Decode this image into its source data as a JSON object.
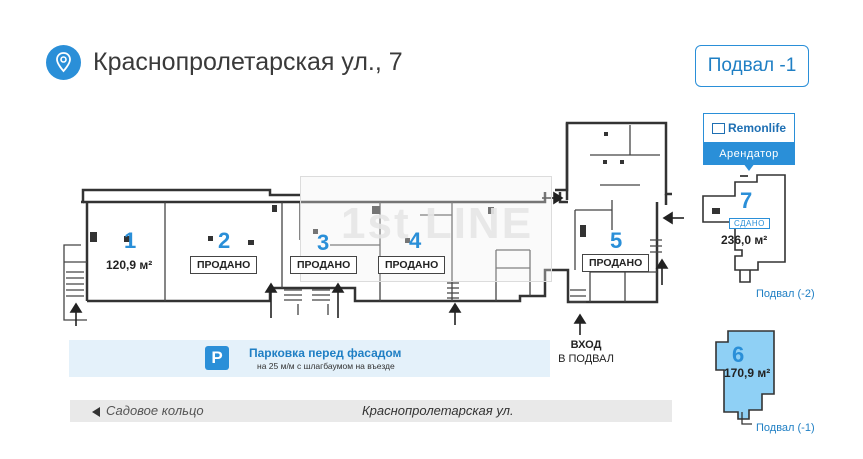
{
  "header": {
    "address": "Краснопролетарская ул., 7",
    "floor_label": "Подвал -1",
    "location_icon": "map-pin-icon"
  },
  "tenant": {
    "logo_text": "Remonlife",
    "label": "Арендатор"
  },
  "units": [
    {
      "number": "1",
      "area": "120,9 м²"
    },
    {
      "number": "2",
      "status": "ПРОДАНО"
    },
    {
      "number": "3",
      "status": "ПРОДАНО"
    },
    {
      "number": "4",
      "status": "ПРОДАНО"
    },
    {
      "number": "5",
      "status": "ПРОДАНО"
    }
  ],
  "side_units": [
    {
      "number": "7",
      "status": "СДАНО",
      "area": "236,0 м²",
      "level": "Подвал (-2)"
    },
    {
      "number": "6",
      "area": "170,9 м²",
      "level": "Подвал (-1)"
    }
  ],
  "watermark": "1st LINE",
  "parking": {
    "title": "Парковка перед фасадом",
    "subtitle": "на 25 м/м с шлагбаумом на въезде",
    "icon_letter": "P"
  },
  "entrance": {
    "line1": "ВХОД",
    "line2": "В ПОДВАЛ"
  },
  "street": {
    "left": "Садовое кольцо",
    "right": "Краснопролетарская ул."
  },
  "colors": {
    "accent": "#2a8fd8",
    "highlight": "#8fd0f5",
    "parking_bg": "#e4f1fa",
    "street_bg": "#e9e9e9"
  }
}
